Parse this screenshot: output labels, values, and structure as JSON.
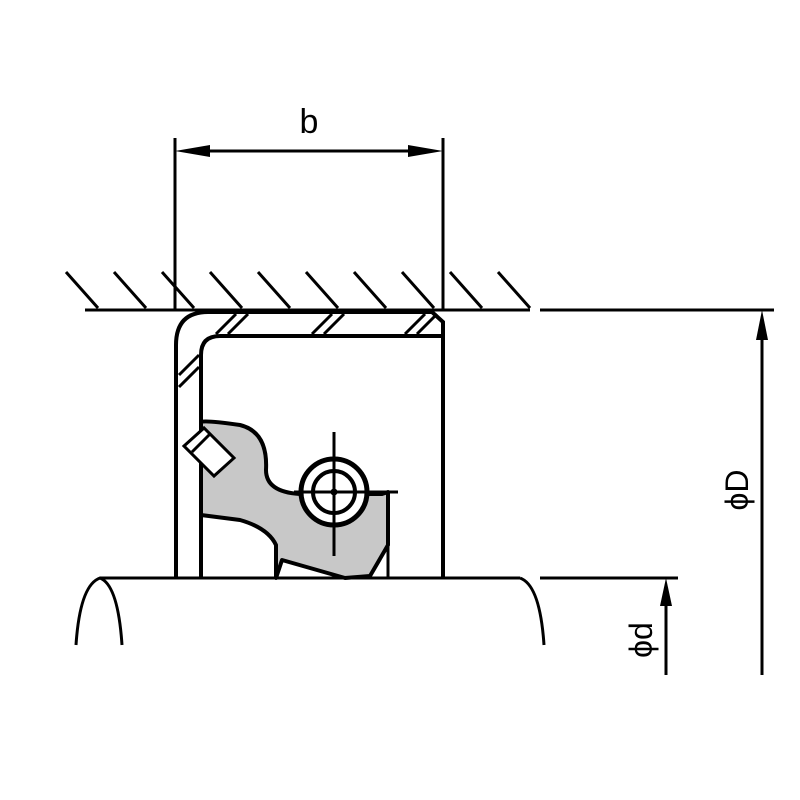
{
  "diagram": {
    "type": "technical-drawing",
    "subject": "radial shaft seal cross-section",
    "colors": {
      "line": "#000000",
      "rubber_fill": "#c8c8c8",
      "background": "#ffffff"
    },
    "dimensions": {
      "width_label": "b",
      "outer_diameter_label": "ϕD",
      "inner_diameter_label": "ϕd"
    }
  }
}
